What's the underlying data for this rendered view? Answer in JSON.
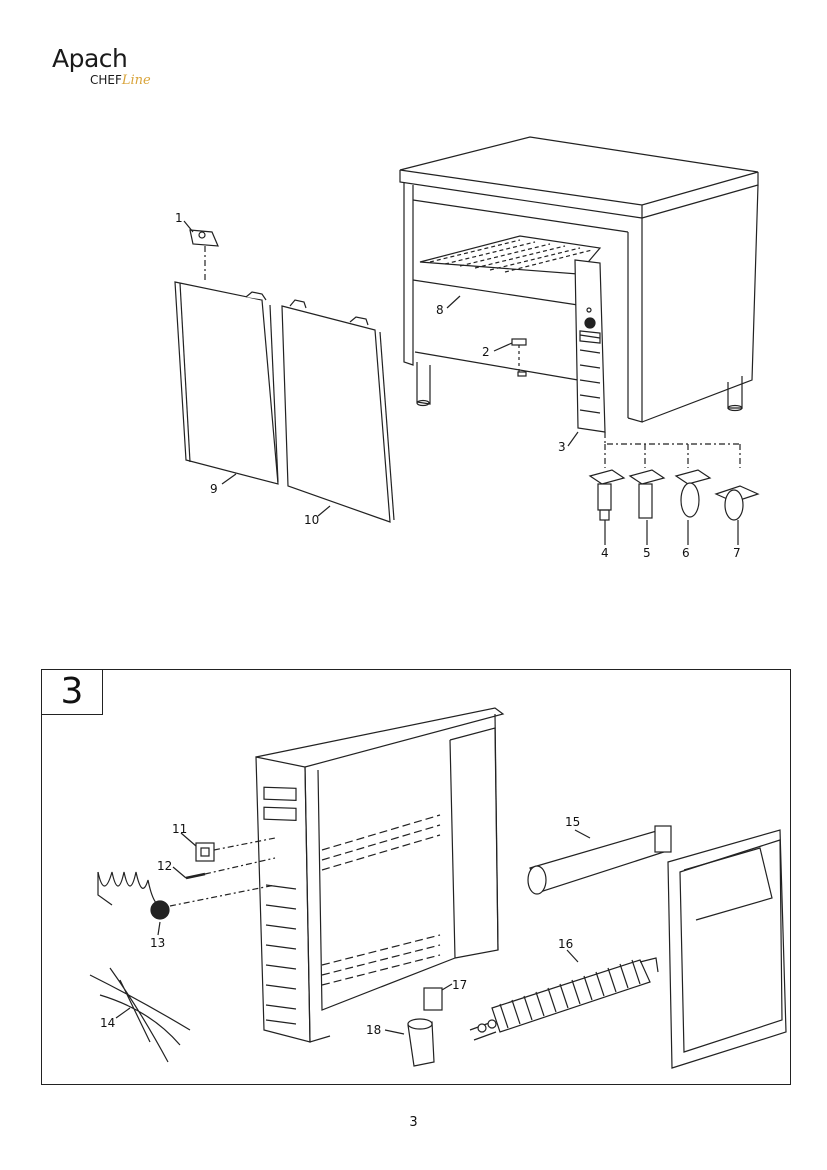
{
  "logo": {
    "brand": "Apach",
    "chef": "CHEF",
    "line": "Line"
  },
  "section": {
    "number": "3"
  },
  "page": {
    "number": "3"
  },
  "top_callouts": [
    "1",
    "2",
    "3",
    "4",
    "5",
    "6",
    "7",
    "8",
    "9",
    "10"
  ],
  "bottom_callouts": [
    "11",
    "12",
    "13",
    "14",
    "15",
    "16",
    "17",
    "18"
  ]
}
